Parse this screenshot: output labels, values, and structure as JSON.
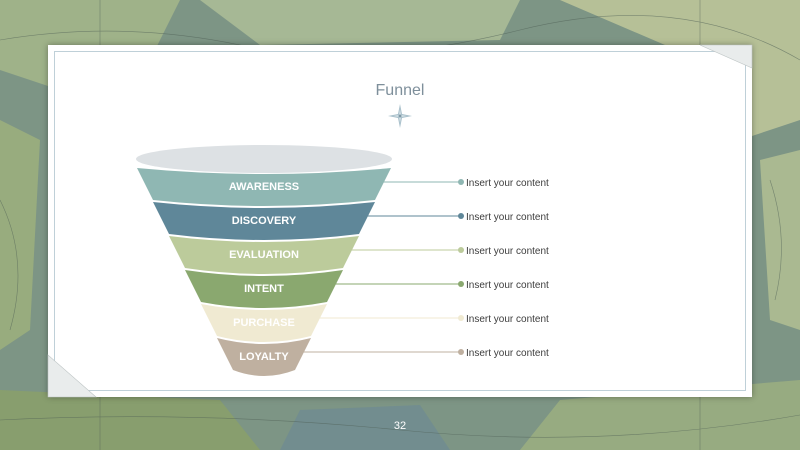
{
  "slide": {
    "title": "Funnel",
    "page_number": "32",
    "compass_icon": "compass-rose-icon"
  },
  "funnel": {
    "levels": [
      {
        "label": "AWARENESS",
        "color": "#8fb7b3",
        "item": "Insert your content"
      },
      {
        "label": "DISCOVERY",
        "color": "#5f8799",
        "item": "Insert your content"
      },
      {
        "label": "EVALUATION",
        "color": "#bccb9b",
        "item": "Insert your content"
      },
      {
        "label": "INTENT",
        "color": "#8aa86f",
        "item": "Insert your content"
      },
      {
        "label": "PURCHASE",
        "color": "#f0ead2",
        "item": "Insert your content"
      },
      {
        "label": "LOYALTY",
        "color": "#bfb0a0",
        "item": "Insert your content"
      }
    ],
    "rim_color": "#dde1e4"
  },
  "colors": {
    "card": "#ffffff",
    "map_sea": "#6f8d8f",
    "map_land": "#8fa66c"
  }
}
